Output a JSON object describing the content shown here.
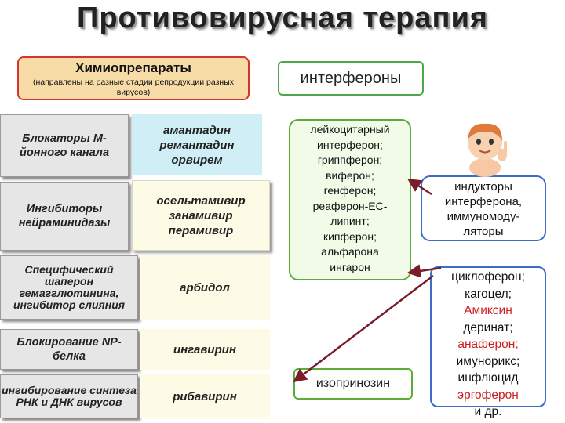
{
  "title": "Противовирусная терапия",
  "chemo": {
    "heading": "Химиопрепараты",
    "subtitle": "(направлены на разные стадии репродукции разных вирусов)"
  },
  "interferons_label": "интерфероны",
  "rows": [
    {
      "target": "Блокаторы М-йонного канала",
      "drugs": [
        "амантадин",
        "ремантадин",
        "орвирем"
      ]
    },
    {
      "target": "Ингибиторы нейраминидазы",
      "drugs": [
        "осельтамивир",
        "занамивир",
        "перамивир"
      ]
    },
    {
      "target": "Специфический шаперон гемагглютинина, ингибитор слияния",
      "drugs": [
        "арбидол"
      ]
    },
    {
      "target": "Блокирование NP-белка",
      "drugs": [
        "ингавирин"
      ]
    },
    {
      "target": "ингибирование синтеза РНК и ДНК вирусов",
      "drugs": [
        "рибавирин"
      ]
    }
  ],
  "leukocyte_list": [
    "лейкоцитарный",
    "интерферон;",
    "гриппферон;",
    "виферон;",
    "генферон;",
    "реаферон-ЕС-",
    "липинт;",
    "кипферон;",
    "альфарона",
    "ингарон"
  ],
  "isoprinosine": "изопринозин",
  "inductors": [
    "индукторы",
    "интерферона,",
    "иммуномоду-",
    "ляторы"
  ],
  "inductor_drugs": [
    {
      "text": "циклоферон;",
      "color": "#111111"
    },
    {
      "text": "кагоцел;",
      "color": "#111111"
    },
    {
      "text": "Амиксин",
      "color": "#cc1f1f"
    },
    {
      "text": "деринат;",
      "color": "#111111"
    },
    {
      "text": "анаферон;",
      "color": "#cc1f1f"
    },
    {
      "text": "имунорикс;",
      "color": "#111111"
    },
    {
      "text": "инфлюцид",
      "color": "#111111"
    },
    {
      "text": "эргоферон",
      "color": "#cc1f1f"
    },
    {
      "text": "и др.",
      "color": "#111111"
    }
  ],
  "colors": {
    "chemo_fill": "#f8dca8",
    "chemo_border": "#d8332a",
    "green_border": "#5aad38",
    "blue_border": "#3b6cc8",
    "cyan_cell": "#cfeef6",
    "yellow_cell": "#fdfbe6",
    "arrow": "#7a1c2a"
  }
}
